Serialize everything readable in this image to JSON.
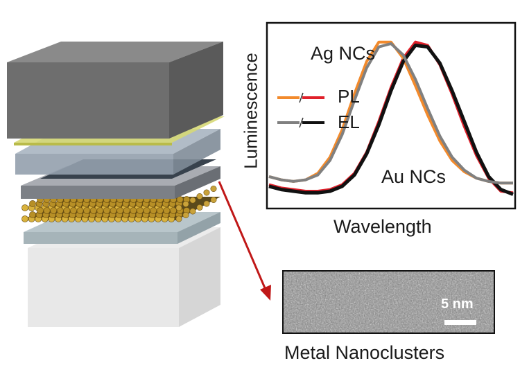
{
  "figure": {
    "device_stack": {
      "layer_colors": [
        "#6c6c6c",
        "#d8d86a",
        "#9aa6b2",
        "#3e4a57",
        "#8c9096",
        "#c9a23a",
        "#a8b7bc",
        "#e4e4e4"
      ]
    },
    "spectrum": {
      "xlabel": "Wavelength",
      "ylabel": "Luminescence",
      "annotations": {
        "ag": "Ag NCs",
        "au": "Au NCs"
      },
      "legend": [
        {
          "label": "PL",
          "colors": [
            "#f28a2c",
            "#e0202a"
          ]
        },
        {
          "label": "EL",
          "colors": [
            "#808080",
            "#111111"
          ]
        }
      ]
    },
    "tem": {
      "scale_bar_label": "5 nm",
      "caption": "Metal Nanoclusters"
    },
    "arrow_color": "#c01818"
  },
  "chart_data": {
    "type": "line",
    "title": "",
    "xlabel": "Wavelength",
    "ylabel": "Luminescence",
    "x": [
      0,
      0.05,
      0.1,
      0.15,
      0.2,
      0.25,
      0.3,
      0.35,
      0.4,
      0.45,
      0.5,
      0.55,
      0.6,
      0.65,
      0.7,
      0.75,
      0.8,
      0.85,
      0.9,
      0.95,
      1.0
    ],
    "series": [
      {
        "name": "Ag NCs PL",
        "color": "#f28a2c",
        "values": [
          0.15,
          0.13,
          0.12,
          0.13,
          0.17,
          0.27,
          0.44,
          0.66,
          0.86,
          0.98,
          0.98,
          0.88,
          0.71,
          0.53,
          0.37,
          0.25,
          0.18,
          0.14,
          0.12,
          0.11,
          0.11
        ]
      },
      {
        "name": "Ag NCs EL",
        "color": "#808080",
        "values": [
          0.15,
          0.13,
          0.12,
          0.13,
          0.16,
          0.25,
          0.41,
          0.62,
          0.82,
          0.95,
          0.97,
          0.9,
          0.75,
          0.57,
          0.4,
          0.27,
          0.19,
          0.14,
          0.12,
          0.11,
          0.11
        ]
      },
      {
        "name": "Au NCs PL",
        "color": "#e0202a",
        "values": [
          0.1,
          0.08,
          0.07,
          0.06,
          0.06,
          0.07,
          0.1,
          0.17,
          0.3,
          0.49,
          0.7,
          0.88,
          0.98,
          0.96,
          0.84,
          0.66,
          0.46,
          0.28,
          0.14,
          0.06,
          0.05
        ]
      },
      {
        "name": "Au NCs EL",
        "color": "#111111",
        "values": [
          0.09,
          0.07,
          0.06,
          0.05,
          0.05,
          0.06,
          0.09,
          0.16,
          0.29,
          0.47,
          0.68,
          0.86,
          0.96,
          0.95,
          0.85,
          0.68,
          0.49,
          0.3,
          0.15,
          0.07,
          0.04
        ]
      }
    ],
    "ylim": [
      0,
      1
    ],
    "xlim": [
      0,
      1
    ],
    "grid": false,
    "legend": "left"
  }
}
